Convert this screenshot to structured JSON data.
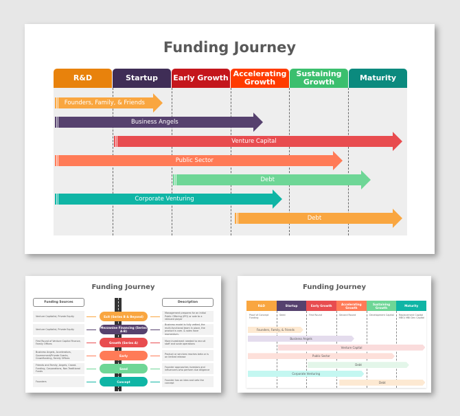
{
  "main_slide": {
    "title": "Funding Journey",
    "stages": [
      {
        "label": "R&D",
        "color": "#e8820c"
      },
      {
        "label": "Startup",
        "color": "#3f2d56"
      },
      {
        "label": "Early Growth",
        "color": "#c4161c"
      },
      {
        "label": "Accelerating Growth",
        "color": "#ff3b00"
      },
      {
        "label": "Sustaining Growth",
        "color": "#3bbf6e"
      },
      {
        "label": "Maturity",
        "color": "#0b8a7e"
      }
    ],
    "arrows": [
      {
        "label": "Founders, Family, & Friends",
        "color": "#f9a640",
        "start": 0,
        "end": 1.85
      },
      {
        "label": "Business Angels",
        "color": "#56416e",
        "start": 0,
        "end": 3.55
      },
      {
        "label": "Venture Capital",
        "color": "#e84c4f",
        "start": 1.0,
        "end": 5.92
      },
      {
        "label": "Public Sector",
        "color": "#ff7b57",
        "start": 0,
        "end": 4.9
      },
      {
        "label": "Debt",
        "color": "#6ed696",
        "start": 2.0,
        "end": 5.38
      },
      {
        "label": "Corporate Venturing",
        "color": "#0fb5a5",
        "start": 0,
        "end": 3.88
      },
      {
        "label": "Debt",
        "color": "#f9a640",
        "start": 3.05,
        "end": 5.92
      }
    ]
  },
  "thumb_roadmap": {
    "title": "Funding Journey",
    "sources_header": "Funding Sources",
    "description_header": "Description",
    "rows": [
      {
        "source": "Venture Capitalist, Private Equity",
        "stage": "Exit (Series B & Beyond)",
        "description": "Management prepares for an Initial Public Offering (IPO) or sale to a relevant player",
        "color": "#f9a640"
      },
      {
        "source": "Venture Capitalist, Private Equity",
        "stage": "Mezzanine Financing (Series A-B)",
        "description": "Business model is fully vetted, the multi-functional team in place, the product is com. & sales have momentum.",
        "color": "#56416e"
      },
      {
        "source": "First Round of Venture Capital Finance, Family Offices",
        "stage": "Growth (Series A)",
        "description": "More investment needed to recruit staff and scale operations",
        "color": "#e84c4f"
      },
      {
        "source": "Business Angels, Accelerators, Government/Private Grants, Crowdfunding, Family Offices",
        "stage": "Early",
        "description": "Product or services reaches beta or is on limited release",
        "color": "#ff7b57"
      },
      {
        "source": "Friends and Family, Angels, Crowd-Funding, Corporations, Non-Traditional Funds",
        "stage": "Seed",
        "description": "Founder approaches investors and influencers who perform due diligence",
        "color": "#6ed696"
      },
      {
        "source": "Founders",
        "stage": "Concept",
        "description": "Founder has an idea and vets the concept",
        "color": "#0fb5a5"
      }
    ]
  },
  "thumb_timeline": {
    "title": "Funding Journey",
    "stages": [
      {
        "label": "R&D",
        "color": "#f9a640",
        "sub": "Proof of Concept Funding"
      },
      {
        "label": "Startup",
        "color": "#56416e",
        "sub": "Seed"
      },
      {
        "label": "Early Growth",
        "color": "#e84c4f",
        "sub": "First Round"
      },
      {
        "label": "Accelerating Growth",
        "color": "#ff7b57",
        "sub": "Second Round"
      },
      {
        "label": "Sustaining Growth",
        "color": "#6ed696",
        "sub": "Development Capital"
      },
      {
        "label": "Maturity",
        "color": "#0fb5a5",
        "sub": "Replacement Capital MBO/ MBI Dev Capital"
      }
    ],
    "bars": [
      {
        "label": "Founders, Family, & Friends",
        "color": "#fde9d2",
        "start": 0,
        "end": 1.85
      },
      {
        "label": "Business Angels",
        "color": "#e4dced",
        "start": 0,
        "end": 3.55
      },
      {
        "label": "Venture Capital",
        "color": "#fadcdc",
        "start": 1.0,
        "end": 5.92
      },
      {
        "label": "Public Sector",
        "color": "#fde0da",
        "start": 0,
        "end": 4.9
      },
      {
        "label": "Debt",
        "color": "#e3f6e9",
        "start": 2.0,
        "end": 5.38
      },
      {
        "label": "Corporate Venturing",
        "color": "#c4f7f1",
        "start": 0,
        "end": 3.88
      },
      {
        "label": "Debt",
        "color": "#fde9d2",
        "start": 3.05,
        "end": 5.92
      }
    ]
  }
}
